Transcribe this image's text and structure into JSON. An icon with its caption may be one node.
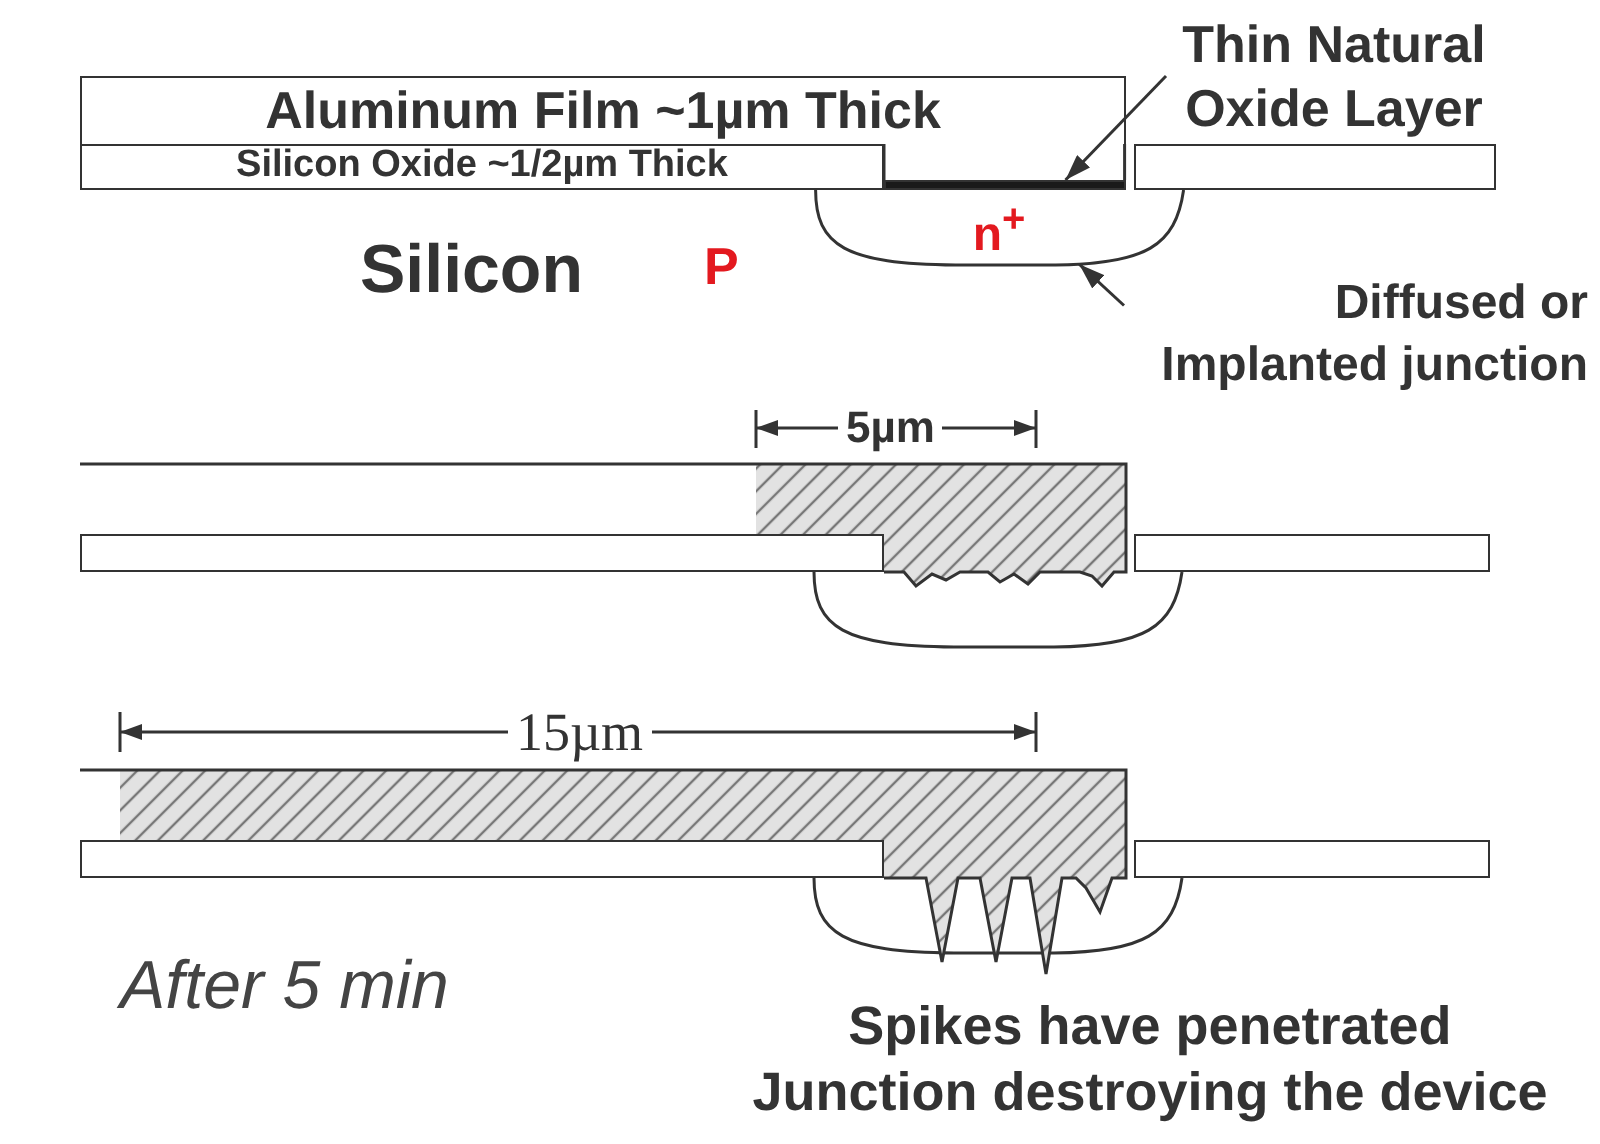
{
  "diagram": {
    "nodes": [
      {
        "text": [
          "Aluminum Film ~1µm Thick"
        ]
      },
      {
        "text": [
          "Thin Natural Oxide Layer"
        ]
      },
      {
        "text": [
          "Silicon Oxide ~1/2µm Thick"
        ]
      },
      {
        "text": [],
        "shape": "bar"
      },
      {
        "text": [],
        "shape": "bar"
      },
      {
        "text": [
          "n$^{+}$"
        ]
      },
      {
        "text": [
          "Diffused or Implanted junction"
        ]
      },
      {
        "text": [],
        "shape": "bar"
      },
      {
        "text": [],
        "shape": "bar"
      },
      {
        "text": [],
        "shape": "bar"
      },
      {
        "text": [],
        "shape": "bar"
      }
    ],
    "edges": [
      {
        "from": 1,
        "to": 3,
        "arrow": "to"
      },
      {
        "from": 6,
        "to": 5,
        "arrow": "to"
      }
    ],
    "labels": [
      "Silicon",
      "P",
      "5µm",
      "15µm",
      "After 5 min",
      "Spikes have penetrated Junction destroying the device"
    ]
  }
}
